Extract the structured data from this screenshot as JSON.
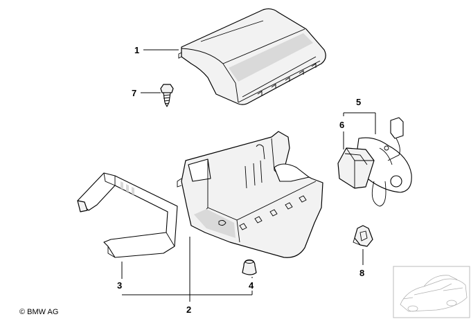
{
  "callouts": {
    "c1": "1",
    "c2": "2",
    "c3": "3",
    "c4": "4",
    "c5": "5",
    "c6": "6",
    "c7": "7",
    "c8": "8"
  },
  "copyright": "© BMW AG"
}
